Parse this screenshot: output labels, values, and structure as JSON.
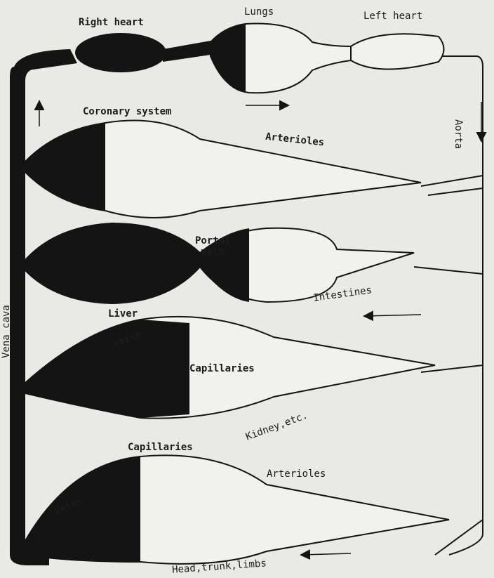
{
  "labels": {
    "right_heart": "Right heart",
    "lungs": "Lungs",
    "left_heart": "Left heart",
    "coronary_system": "Coronary system",
    "arterioles_top": "Arterioles",
    "aorta": "Aorta",
    "portal_vein_1": "Portal",
    "portal_vein_2": "vein",
    "liver": "Liver",
    "intestines": "Intestines",
    "vena_cava": "Vena cava",
    "veins_mid": "Veins",
    "capillaries_mid": "Capillaries",
    "kidney": "Kidney,etc.",
    "capillaries_bottom": "Capillaries",
    "arterioles_bottom": "Arterioles",
    "veins_bottom": "Veins",
    "head_trunk_limbs": "Head,trunk,limbs"
  },
  "colors": {
    "ink": "#141414",
    "paper": "#e9eae6",
    "capillary_fill": "#f1f1ee"
  }
}
